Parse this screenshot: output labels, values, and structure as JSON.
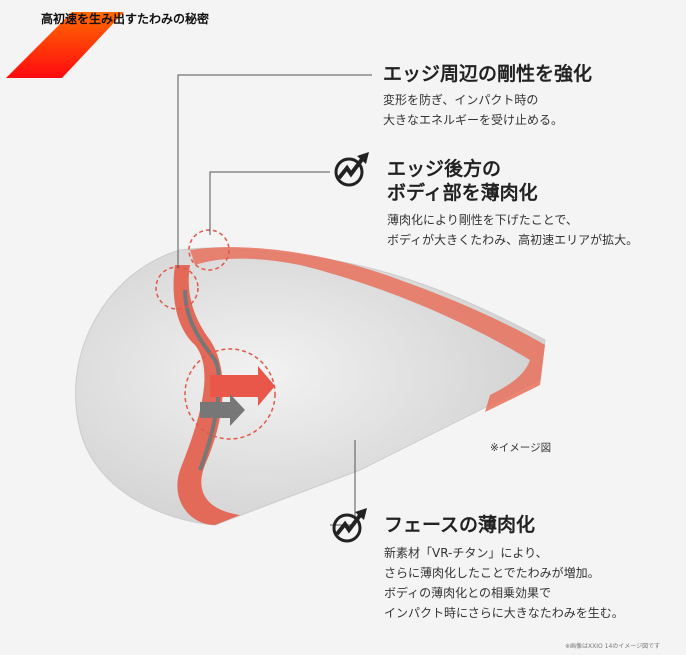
{
  "header": {
    "title": "高初速を生み出すたわみの秘密",
    "accent_colors": [
      "#ff6a00",
      "#ff0a10"
    ]
  },
  "features": [
    {
      "title": "エッジ周辺の剛性を強化",
      "lines": [
        "変形を防ぎ、インパクト時の",
        "大きなエネルギーを受け止める。"
      ]
    },
    {
      "title_lines": [
        "エッジ後方の",
        "ボディ部を薄肉化"
      ],
      "icon": "speed-up-arrow-icon",
      "lines": [
        "薄肉化により剛性を下げたことで、",
        "ボディが大きくたわみ、高初速エリアが拡大。"
      ]
    },
    {
      "title": "フェースの薄肉化",
      "icon": "speed-up-arrow-icon",
      "lines": [
        "新素材「VR-チタン」により、",
        "さらに薄肉化したことでたわみが増加。",
        "ボディの薄肉化との相乗効果で",
        "インパクト時にさらに大きなたわみを生む。"
      ]
    }
  ],
  "image_note": "※イメージ図",
  "footnote": "※画像はXXIO 14のイメージ図です"
}
